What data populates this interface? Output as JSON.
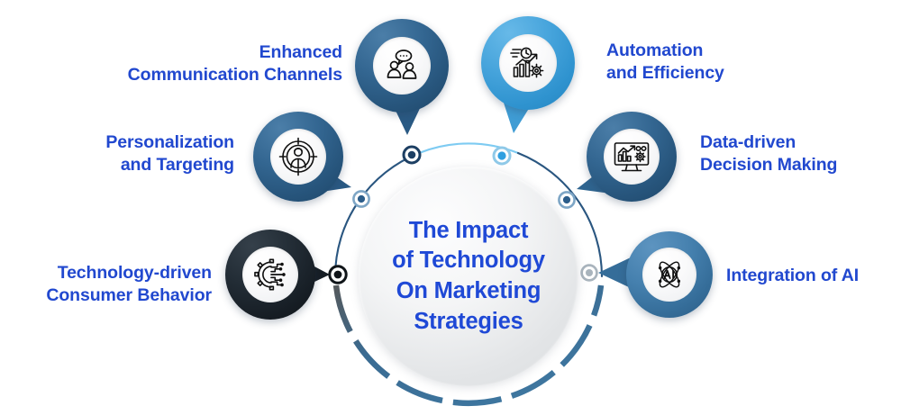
{
  "diagram": {
    "type": "hub-and-spoke-infographic",
    "center": {
      "title": "The Impact\nof Technology\nOn Marketing\nStrategies",
      "text_color": "#1f49d6"
    },
    "colors": {
      "label_blue": "#2148cf",
      "steel_blue": "#27557c",
      "bright_blue": "#2f93cf",
      "dark_charcoal": "#161d24",
      "mid_blue": "#356d99",
      "arc_light": "#63b6e6",
      "arc_navy": "#2c5druby",
      "hub_gradient_start": "#fdfdfe",
      "hub_gradient_end": "#d9dcde"
    },
    "nodes": [
      {
        "id": "enhanced-communication-channels",
        "label": "Enhanced\nCommunication Channels",
        "icon": "people-chat-bubble-icon",
        "theme": "steel",
        "label_side": "left"
      },
      {
        "id": "automation-and-efficiency",
        "label": "Automation\nand Efficiency",
        "icon": "bar-chart-clock-gear-icon",
        "theme": "bright",
        "label_side": "right"
      },
      {
        "id": "personalization-and-targeting",
        "label": "Personalization\nand Targeting",
        "icon": "target-person-crosshair-icon",
        "theme": "steel",
        "label_side": "left"
      },
      {
        "id": "data-driven-decision-making",
        "label": "Data-driven\nDecision Making",
        "icon": "monitor-chart-gear-icon",
        "theme": "steel",
        "label_side": "right"
      },
      {
        "id": "technology-driven-consumer-behavior",
        "label": "Technology-driven\nConsumer Behavior",
        "icon": "gear-circuit-icon",
        "theme": "dark",
        "label_side": "left"
      },
      {
        "id": "integration-of-ai",
        "label": "Integration of AI",
        "icon": "atom-ai-icon",
        "theme": "mid",
        "label_side": "right"
      }
    ],
    "connector_dots": [
      {
        "id": "dot-top-left",
        "fill": "#1d3f63",
        "ring": "#1d3f63"
      },
      {
        "id": "dot-top-right",
        "fill": "#2f9fe0",
        "ring": "#8fc9e8"
      },
      {
        "id": "dot-mid-left",
        "fill": "#101519",
        "ring": "#101519"
      },
      {
        "id": "dot-mid-right",
        "fill": "#a9b4bd",
        "ring": "#a9b4bd"
      },
      {
        "id": "dot-upper-left",
        "fill": "#2c5d8a",
        "ring": "#7ea6c6"
      },
      {
        "id": "dot-upper-right",
        "fill": "#2c5d8a",
        "ring": "#7ea6c6"
      }
    ]
  }
}
